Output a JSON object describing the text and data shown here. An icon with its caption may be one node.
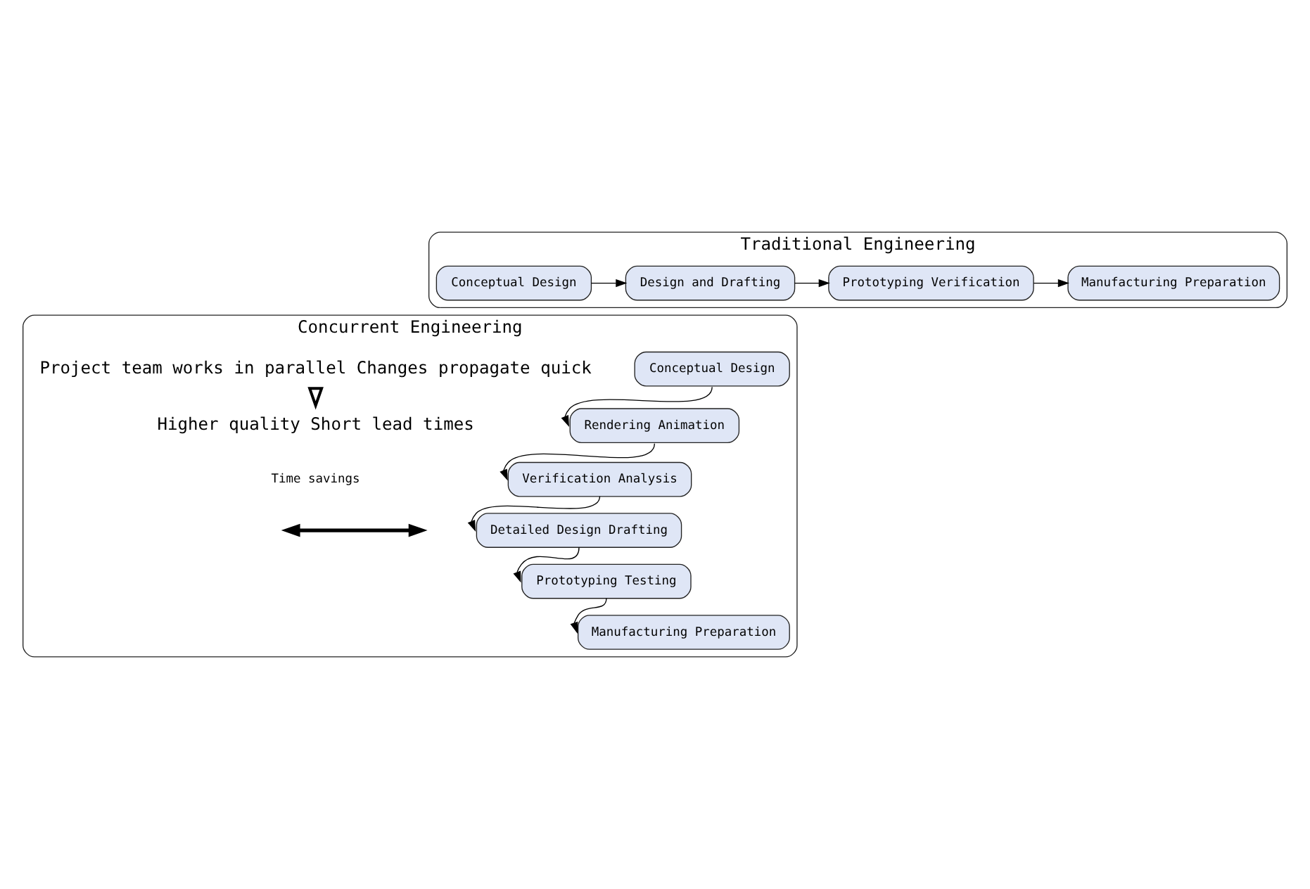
{
  "diagram": {
    "nodes": [
      {
        "text": [
          "Traditional Engineering"
        ]
      },
      {
        "text": [
          "Conceptual Design"
        ],
        "in": 0
      },
      {
        "text": [
          "Design and Drafting"
        ],
        "in": 0
      },
      {
        "text": [
          "Prototyping Verification"
        ],
        "in": 0
      },
      {
        "text": [
          "Manufacturing Preparation"
        ],
        "in": 0
      },
      {
        "text": [
          "Concurrent Engineering"
        ]
      },
      {
        "text": [
          "Conceptual Design"
        ],
        "in": 5
      },
      {
        "text": [
          "Rendering Animation"
        ],
        "in": 5
      },
      {
        "text": [
          "Verification Analysis"
        ],
        "in": 5
      },
      {
        "text": [
          "Detailed Design Drafting"
        ],
        "in": 5
      },
      {
        "text": [
          "Prototyping Testing"
        ],
        "in": 5
      },
      {
        "text": [
          "Manufacturing Preparation"
        ],
        "in": 5
      },
      {
        "text": [
          "Project team works in parallel Changes propagate quick"
        ],
        "in": 5
      },
      {
        "text": [
          "Higher quality Short lead times"
        ],
        "in": 5
      }
    ],
    "edges": [
      {
        "from": 1,
        "to": 2,
        "arrow": "to"
      },
      {
        "from": 2,
        "to": 3,
        "arrow": "to"
      },
      {
        "from": 3,
        "to": 4,
        "arrow": "to"
      },
      {
        "from": 6,
        "to": 7,
        "arrow": "to"
      },
      {
        "from": 7,
        "to": 8,
        "arrow": "to"
      },
      {
        "from": 8,
        "to": 9,
        "arrow": "to"
      },
      {
        "from": 9,
        "to": 10,
        "arrow": "to"
      },
      {
        "from": 10,
        "to": 11,
        "arrow": "to"
      },
      {
        "from": 12,
        "to": 13,
        "arrow": "to",
        "style": "thick"
      }
    ],
    "labels": [
      "Time savings"
    ]
  }
}
